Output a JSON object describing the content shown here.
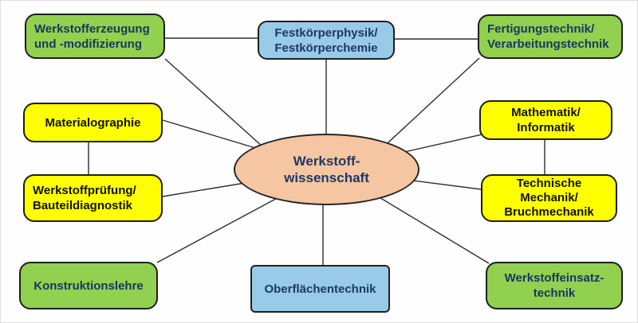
{
  "diagram": {
    "center_node": {
      "lines": [
        "Werkstoff-",
        "wissenschaft"
      ],
      "fill": "#F6C6A2",
      "text_color": "#1F3864"
    },
    "nodes": [
      {
        "id": "werkstofferzeugung",
        "lines": [
          "Werkstofferzeugung",
          "und -modifizierung"
        ],
        "fill": "#92D050",
        "text_color": "#17375E"
      },
      {
        "id": "festkoerperphysik",
        "lines": [
          "Festkörperphysik/",
          "Festkörperchemie"
        ],
        "fill": "#97CBE7",
        "text_color": "#1F3864"
      },
      {
        "id": "fertigungstechnik",
        "lines": [
          "Fertigungstechnik/",
          "Verarbeitungstechnik"
        ],
        "fill": "#92D050",
        "text_color": "#17375E"
      },
      {
        "id": "materialographie",
        "lines": [
          "Materialographie"
        ],
        "fill": "#FFFF00",
        "text_color": "#111111"
      },
      {
        "id": "werkstoffpruefung",
        "lines": [
          "Werkstoffprüfung/",
          "Bauteildiagnostik"
        ],
        "fill": "#FFFF00",
        "text_color": "#111111"
      },
      {
        "id": "mathematik",
        "lines": [
          "Mathematik/",
          "Informatik"
        ],
        "fill": "#FFFF00",
        "text_color": "#111111"
      },
      {
        "id": "technische-mechanik",
        "lines": [
          "Technische",
          "Mechanik/",
          "Bruchmechanik"
        ],
        "fill": "#FFFF00",
        "text_color": "#111111"
      },
      {
        "id": "konstruktionslehre",
        "lines": [
          "Konstruktionslehre"
        ],
        "fill": "#92D050",
        "text_color": "#17375E"
      },
      {
        "id": "oberflaechentechnik",
        "lines": [
          "Oberflächentechnik"
        ],
        "fill": "#97CBE7",
        "text_color": "#1F3864"
      },
      {
        "id": "werkstoffeinsatztechnik",
        "lines": [
          "Werkstoffeinsatz-",
          "technik"
        ],
        "fill": "#92D050",
        "text_color": "#17375E"
      }
    ],
    "line_color": "#2E2E2E",
    "border_color": "#1F1F1F",
    "background": "#FEFEFE"
  }
}
